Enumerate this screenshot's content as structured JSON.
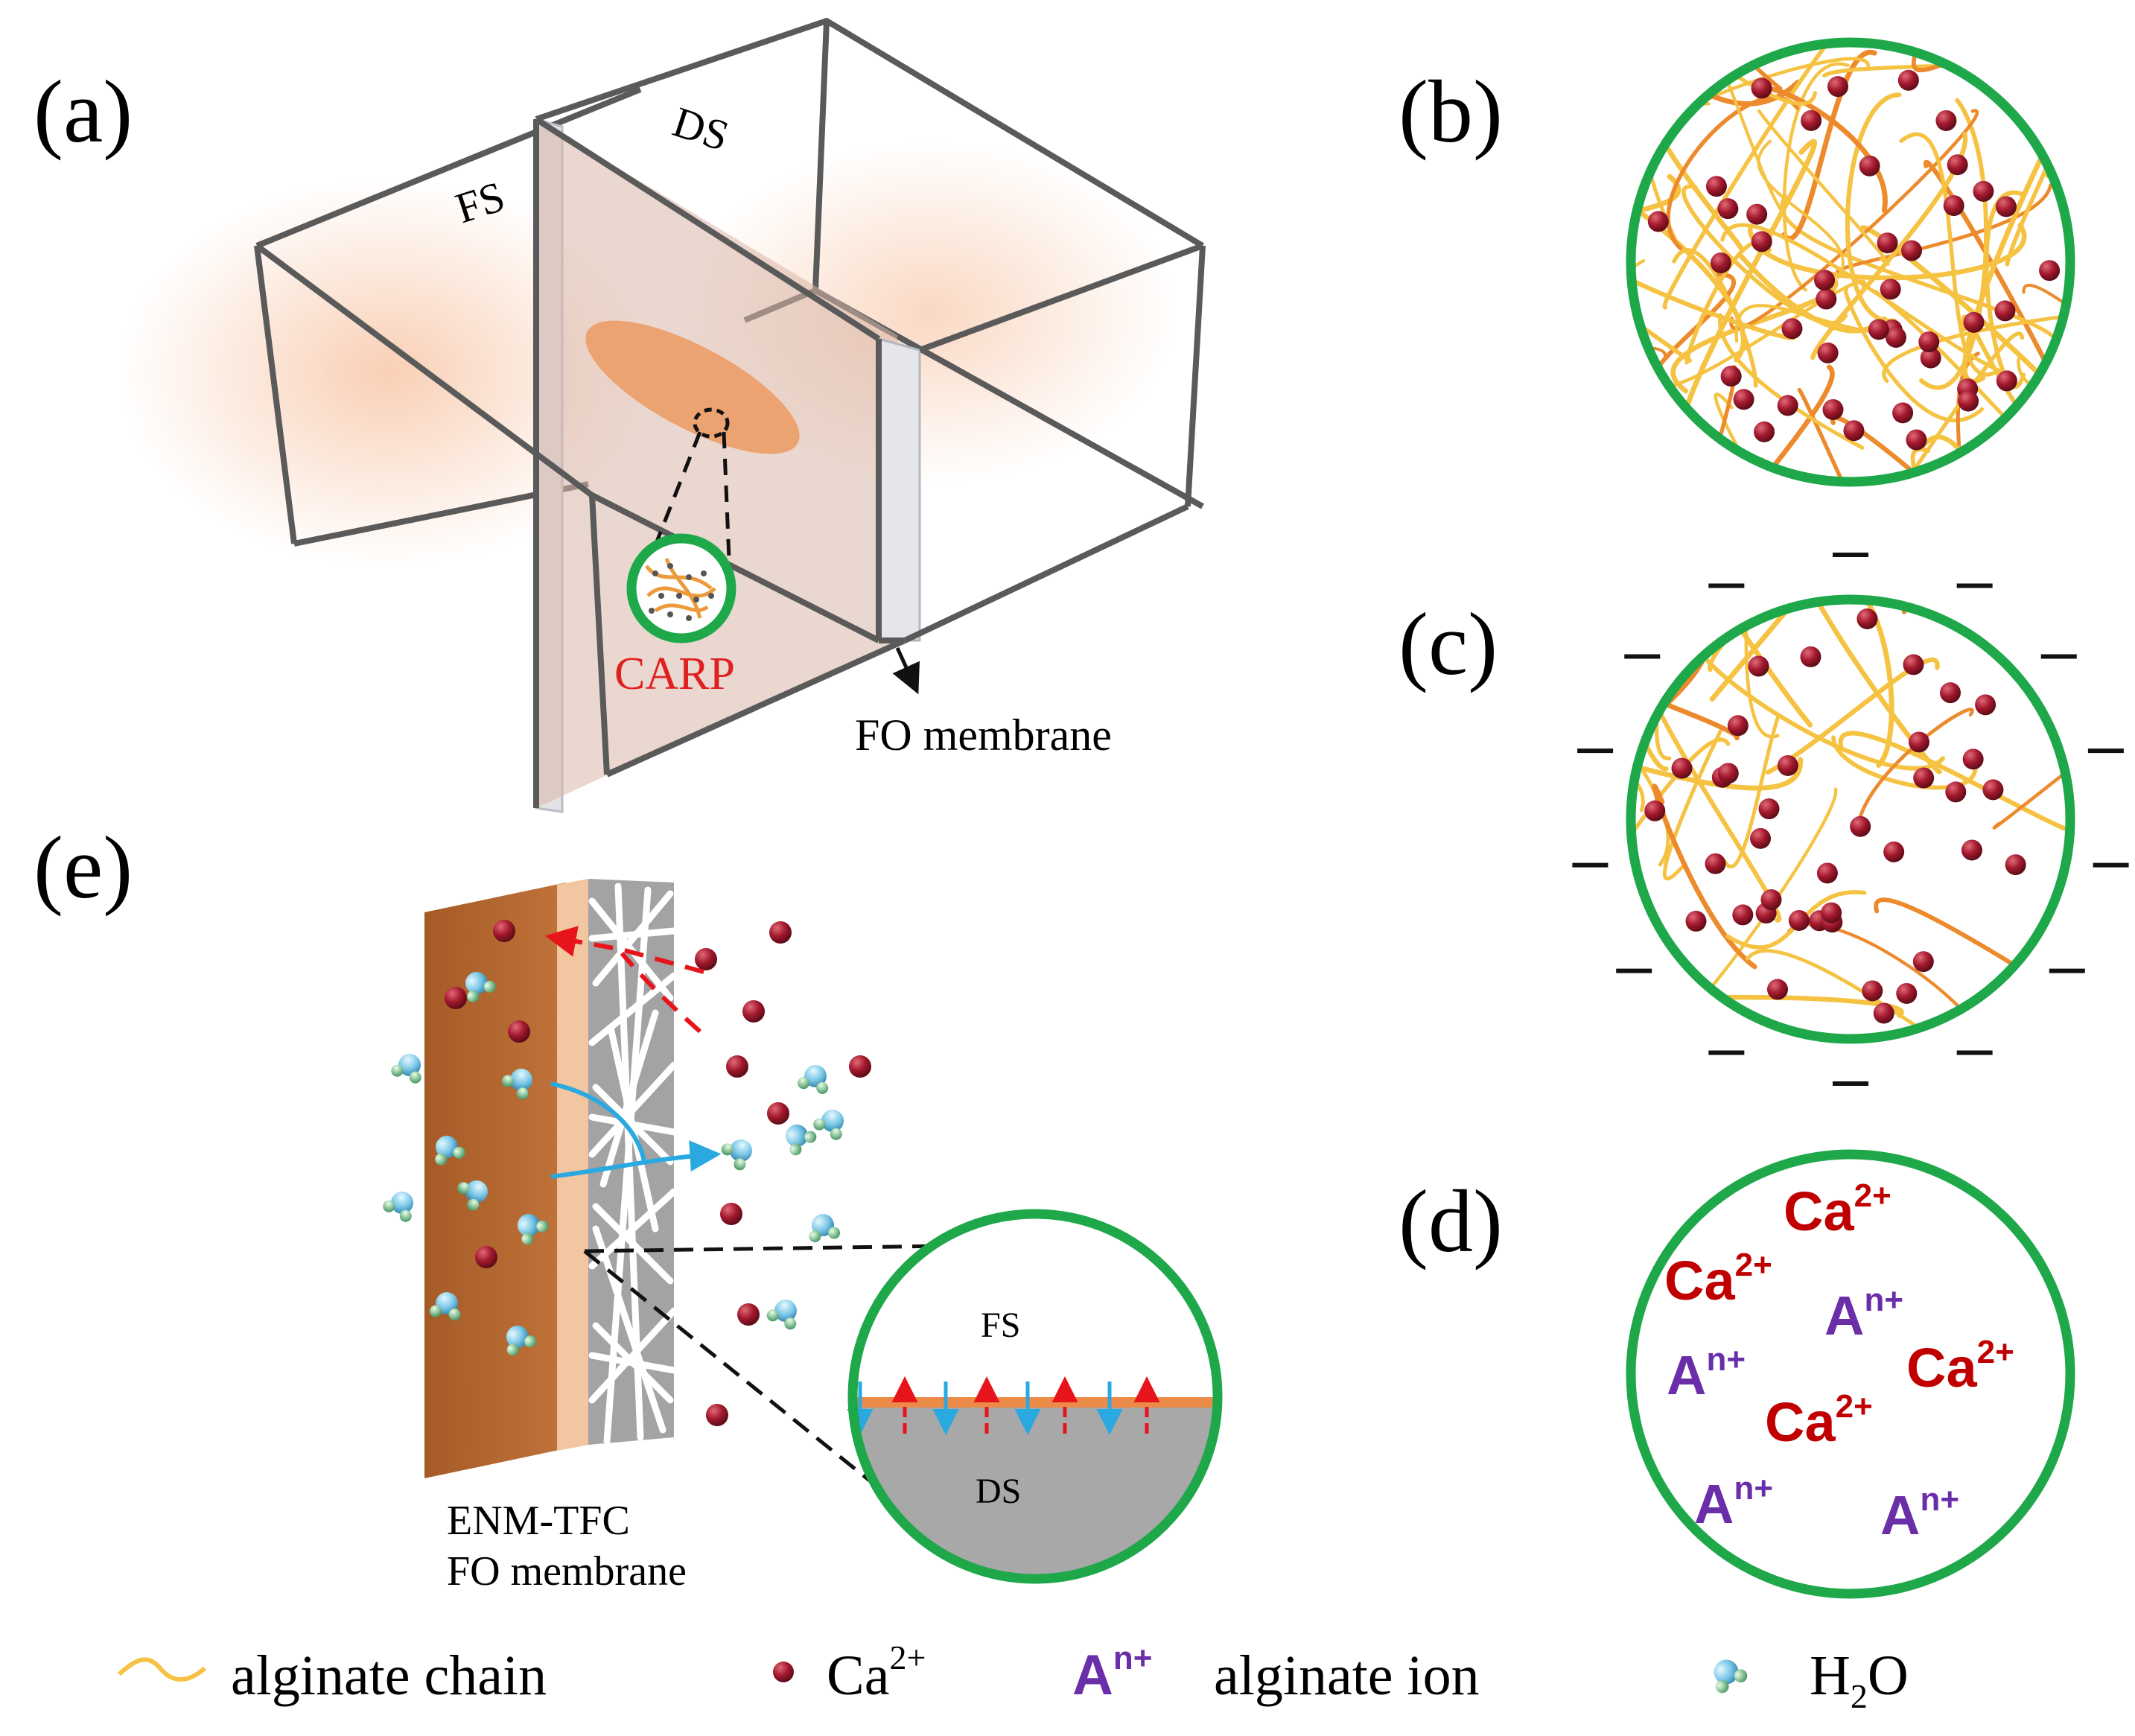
{
  "panels": {
    "a": {
      "label": "(a)",
      "fs_label": "FS",
      "ds_label": "DS",
      "carp_label": "CARP",
      "membrane_label": "FO membrane"
    },
    "b": {
      "label": "(b)"
    },
    "c": {
      "label": "(c)"
    },
    "d": {
      "label": "(d)",
      "ions": [
        {
          "base": "Ca",
          "sup": "2+",
          "kind": "calcium"
        },
        {
          "base": "Ca",
          "sup": "2+",
          "kind": "calcium"
        },
        {
          "base": "A",
          "sup": "n+",
          "kind": "alginate"
        },
        {
          "base": "Ca",
          "sup": "2+",
          "kind": "calcium"
        },
        {
          "base": "A",
          "sup": "n+",
          "kind": "alginate"
        },
        {
          "base": "Ca",
          "sup": "2+",
          "kind": "calcium"
        },
        {
          "base": "A",
          "sup": "n+",
          "kind": "alginate"
        },
        {
          "base": "A",
          "sup": "n+",
          "kind": "alginate"
        }
      ]
    },
    "e": {
      "label": "(e)",
      "zoom_fs_label": "FS",
      "zoom_ds_label": "DS",
      "membrane_line1": "ENM-TFC",
      "membrane_line2": "FO membrane"
    }
  },
  "legend": {
    "chain_label": "alginate chain",
    "ca_base": "Ca",
    "ca_sup": "2+",
    "an_base": "A",
    "an_sup": "n+",
    "an_label": "alginate ion",
    "h2o_h": "H",
    "h2o_sub": "2",
    "h2o_o": "O"
  },
  "colors": {
    "circle_green": "#1ea84a",
    "calcium_dark": "#8b1a2b",
    "calcium_text": "#c00000",
    "alginate_text": "#6a2ea8",
    "chain_yellow": "#f5c242",
    "chain_orange": "#ec8a2c",
    "carp_red": "#e02020",
    "membrane_brown": "#b8682e",
    "water_blue": "#29a9e0",
    "reverse_red": "#e8141b"
  }
}
